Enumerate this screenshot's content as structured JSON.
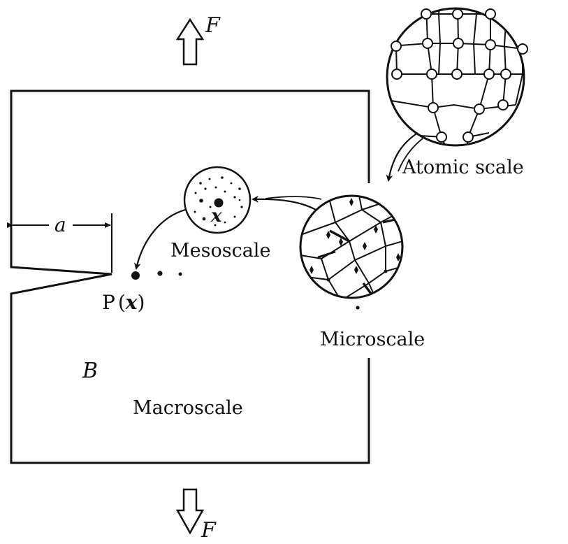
{
  "labels": {
    "force_top": "F",
    "force_bottom": "F",
    "crack_length": "a",
    "point": "P",
    "point_arg_open": "(",
    "point_arg": "x",
    "point_arg_close": ")",
    "meso_point": "x",
    "mesoscale": "Mesoscale",
    "microscale": "Microscale",
    "atomic": "Atomic scale",
    "body": "B",
    "macroscale": "Macroscale"
  },
  "colors": {
    "ink": "#111111",
    "background": "#ffffff"
  }
}
